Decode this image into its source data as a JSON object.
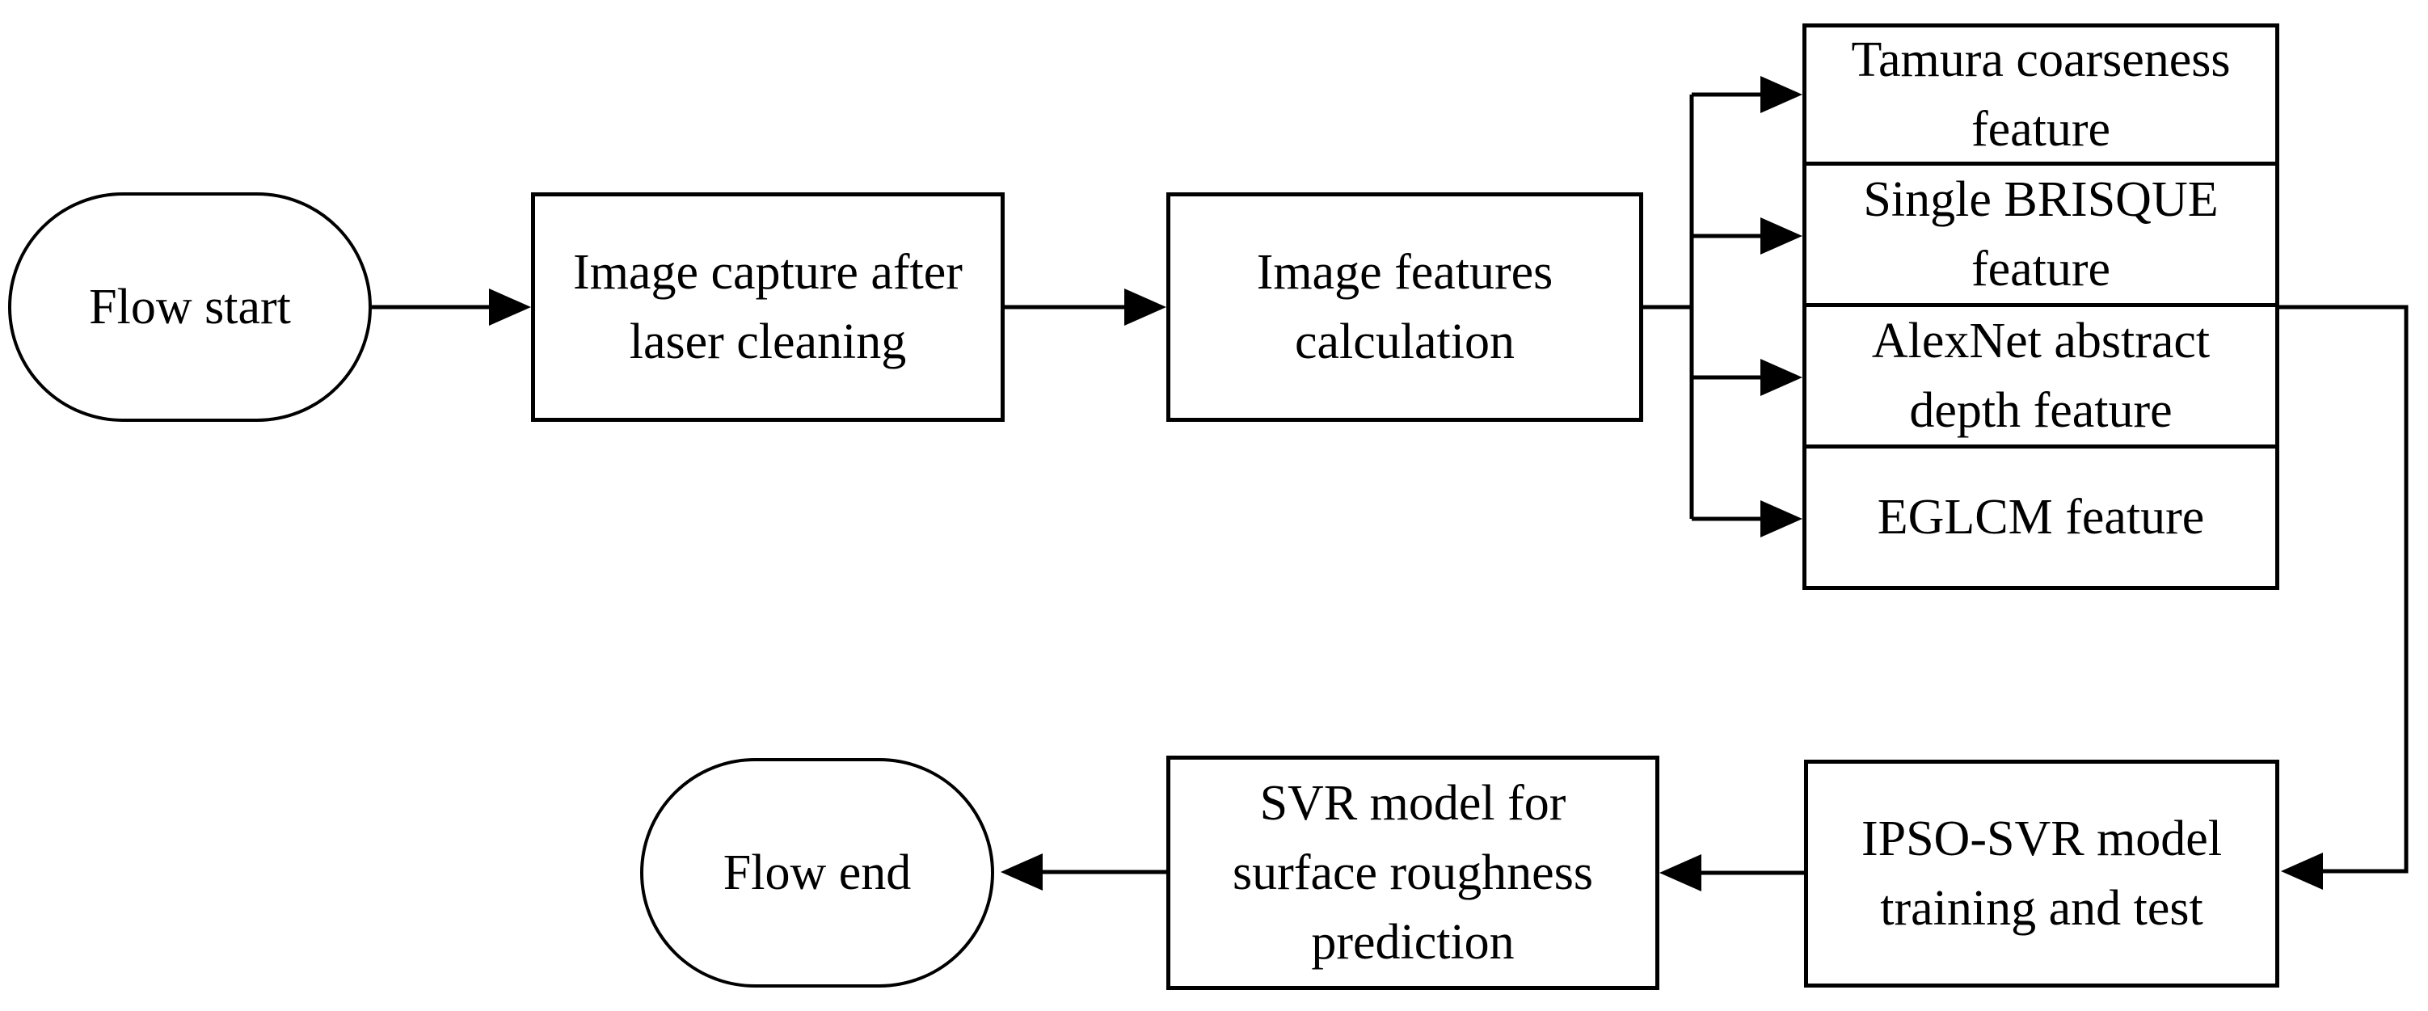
{
  "colors": {
    "ink": "#000000",
    "background": "#ffffff"
  },
  "nodes": {
    "flow_start": {
      "label": "Flow start"
    },
    "image_capture": {
      "label": "Image capture after\nlaser cleaning"
    },
    "features_calc": {
      "label": "Image features\ncalculation"
    },
    "tamura": {
      "label": "Tamura coarseness\nfeature"
    },
    "brisque": {
      "label": "Single BRISQUE\nfeature"
    },
    "alexnet": {
      "label": "AlexNet abstract\ndepth feature"
    },
    "eglcm": {
      "label": "EGLCM feature"
    },
    "ipso_svr": {
      "label": "IPSO-SVR model\ntraining and test"
    },
    "svr_predict": {
      "label": "SVR model for\nsurface roughness\nprediction"
    },
    "flow_end": {
      "label": "Flow end"
    }
  },
  "edges": [
    {
      "from": "flow_start",
      "to": "image_capture"
    },
    {
      "from": "image_capture",
      "to": "features_calc"
    },
    {
      "from": "features_calc",
      "to": "tamura"
    },
    {
      "from": "features_calc",
      "to": "brisque"
    },
    {
      "from": "features_calc",
      "to": "alexnet"
    },
    {
      "from": "features_calc",
      "to": "eglcm"
    },
    {
      "from": "features_group",
      "to": "ipso_svr"
    },
    {
      "from": "ipso_svr",
      "to": "svr_predict"
    },
    {
      "from": "svr_predict",
      "to": "flow_end"
    }
  ]
}
